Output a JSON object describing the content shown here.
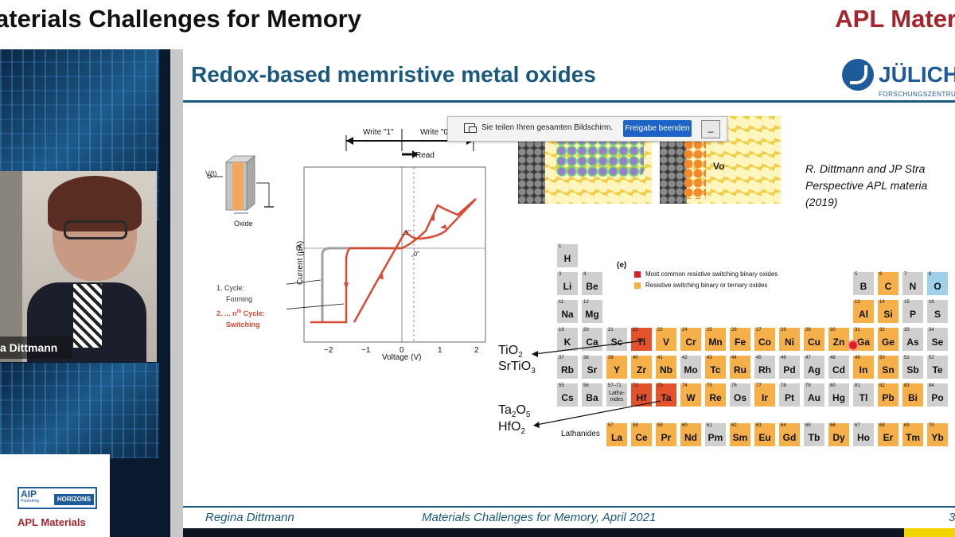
{
  "header": {
    "title": "aterials Challenges for Memory",
    "brand": "APL Mater"
  },
  "presenter": {
    "name": "a Dittmann"
  },
  "sidebar_logo": {
    "aip": "AIP",
    "publishing": "Publishing",
    "horizons": "HORIZONS",
    "journal": "APL Materials"
  },
  "screen_share": {
    "message": "Sie teilen Ihren gesamten Bildschirm.",
    "stop_label": "Freigabe beenden",
    "minimize_label": "_"
  },
  "slide": {
    "title": "Redox-based memristive metal oxides",
    "logo": {
      "name": "JÜLICH",
      "sub": "FORSCHUNGSZENTRU"
    },
    "graph": {
      "write1": "Write \"1\"",
      "write0": "Write \"0",
      "read": "Read",
      "ylabel": "Current (µA)",
      "xlabel": "Voltage (V)",
      "y_zero": "0",
      "xticks": [
        "−2",
        "−1",
        "0",
        "1",
        "2"
      ],
      "state1": "„1\"",
      "state0": "„0\"",
      "cycle1_a": "1. Cycle:",
      "cycle1_b": "Forming",
      "cyclen_a": "2. ... n",
      "cyclen_sup": "th",
      "cyclen_b": " Cycle:",
      "cyclen_c": "Switching",
      "vt": "V(t)",
      "oxide": "Oxide"
    },
    "vo_label": "Vo",
    "reference": {
      "line1": "R. Dittmann and JP Stra",
      "line2": "Perspective APL materia",
      "line3": "(2019)"
    },
    "table": {
      "panel": "(e)",
      "legend1": "Most common resistive switching binary oxides",
      "legend2": "Resistive switching binary or ternary oxides",
      "lanthanides_label": "Lathanides",
      "cells": [
        {
          "n": "1",
          "s": "H",
          "c": "gray",
          "col": 0,
          "row": 0
        },
        {
          "n": "3",
          "s": "Li",
          "c": "gray",
          "col": 0,
          "row": 1
        },
        {
          "n": "4",
          "s": "Be",
          "c": "gray",
          "col": 1,
          "row": 1
        },
        {
          "n": "5",
          "s": "B",
          "c": "gray",
          "col": 12,
          "row": 1
        },
        {
          "n": "6",
          "s": "C",
          "c": "orange",
          "col": 13,
          "row": 1
        },
        {
          "n": "7",
          "s": "N",
          "c": "gray",
          "col": 14,
          "row": 1
        },
        {
          "n": "8",
          "s": "O",
          "c": "blue",
          "col": 15,
          "row": 1
        },
        {
          "n": "11",
          "s": "Na",
          "c": "gray",
          "col": 0,
          "row": 2
        },
        {
          "n": "12",
          "s": "Mg",
          "c": "gray",
          "col": 1,
          "row": 2
        },
        {
          "n": "13",
          "s": "Al",
          "c": "orange",
          "col": 12,
          "row": 2
        },
        {
          "n": "14",
          "s": "Si",
          "c": "orange",
          "col": 13,
          "row": 2
        },
        {
          "n": "15",
          "s": "P",
          "c": "gray",
          "col": 14,
          "row": 2
        },
        {
          "n": "16",
          "s": "S",
          "c": "gray",
          "col": 15,
          "row": 2
        },
        {
          "n": "19",
          "s": "K",
          "c": "gray",
          "col": 0,
          "row": 3
        },
        {
          "n": "20",
          "s": "Ca",
          "c": "gray",
          "col": 1,
          "row": 3
        },
        {
          "n": "21",
          "s": "Sc",
          "c": "gray",
          "col": 2,
          "row": 3
        },
        {
          "n": "22",
          "s": "Ti",
          "c": "red",
          "col": 3,
          "row": 3
        },
        {
          "n": "23",
          "s": "V",
          "c": "orange",
          "col": 4,
          "row": 3
        },
        {
          "n": "24",
          "s": "Cr",
          "c": "orange",
          "col": 5,
          "row": 3
        },
        {
          "n": "25",
          "s": "Mn",
          "c": "orange",
          "col": 6,
          "row": 3
        },
        {
          "n": "26",
          "s": "Fe",
          "c": "orange",
          "col": 7,
          "row": 3
        },
        {
          "n": "27",
          "s": "Co",
          "c": "orange",
          "col": 8,
          "row": 3
        },
        {
          "n": "28",
          "s": "Ni",
          "c": "orange",
          "col": 9,
          "row": 3
        },
        {
          "n": "29",
          "s": "Cu",
          "c": "orange",
          "col": 10,
          "row": 3
        },
        {
          "n": "30",
          "s": "Zn",
          "c": "orange",
          "col": 11,
          "row": 3
        },
        {
          "n": "31",
          "s": "Ga",
          "c": "orange",
          "col": 12,
          "row": 3
        },
        {
          "n": "32",
          "s": "Ge",
          "c": "orange",
          "col": 13,
          "row": 3
        },
        {
          "n": "33",
          "s": "As",
          "c": "gray",
          "col": 14,
          "row": 3
        },
        {
          "n": "34",
          "s": "Se",
          "c": "gray",
          "col": 15,
          "row": 3
        },
        {
          "n": "37",
          "s": "Rb",
          "c": "gray",
          "col": 0,
          "row": 4
        },
        {
          "n": "38",
          "s": "Sr",
          "c": "gray",
          "col": 1,
          "row": 4
        },
        {
          "n": "39",
          "s": "Y",
          "c": "orange",
          "col": 2,
          "row": 4
        },
        {
          "n": "40",
          "s": "Zr",
          "c": "orange",
          "col": 3,
          "row": 4
        },
        {
          "n": "41",
          "s": "Nb",
          "c": "orange",
          "col": 4,
          "row": 4
        },
        {
          "n": "42",
          "s": "Mo",
          "c": "gray",
          "col": 5,
          "row": 4
        },
        {
          "n": "43",
          "s": "Tc",
          "c": "orange",
          "col": 6,
          "row": 4
        },
        {
          "n": "44",
          "s": "Ru",
          "c": "orange",
          "col": 7,
          "row": 4
        },
        {
          "n": "45",
          "s": "Rh",
          "c": "gray",
          "col": 8,
          "row": 4
        },
        {
          "n": "46",
          "s": "Pd",
          "c": "gray",
          "col": 9,
          "row": 4
        },
        {
          "n": "47",
          "s": "Ag",
          "c": "gray",
          "col": 10,
          "row": 4
        },
        {
          "n": "48",
          "s": "Cd",
          "c": "gray",
          "col": 11,
          "row": 4
        },
        {
          "n": "49",
          "s": "In",
          "c": "orange",
          "col": 12,
          "row": 4
        },
        {
          "n": "50",
          "s": "Sn",
          "c": "orange",
          "col": 13,
          "row": 4
        },
        {
          "n": "51",
          "s": "Sb",
          "c": "gray",
          "col": 14,
          "row": 4
        },
        {
          "n": "52",
          "s": "Te",
          "c": "gray",
          "col": 15,
          "row": 4
        },
        {
          "n": "55",
          "s": "Cs",
          "c": "gray",
          "col": 0,
          "row": 5
        },
        {
          "n": "56",
          "s": "Ba",
          "c": "gray",
          "col": 1,
          "row": 5
        },
        {
          "n": "57–71",
          "s": "Latha-nides",
          "c": "gray small",
          "col": 2,
          "row": 5
        },
        {
          "n": "72",
          "s": "Hf",
          "c": "red",
          "col": 3,
          "row": 5
        },
        {
          "n": "73",
          "s": "Ta",
          "c": "red",
          "col": 4,
          "row": 5
        },
        {
          "n": "74",
          "s": "W",
          "c": "orange",
          "col": 5,
          "row": 5
        },
        {
          "n": "75",
          "s": "Re",
          "c": "orange",
          "col": 6,
          "row": 5
        },
        {
          "n": "76",
          "s": "Os",
          "c": "gray",
          "col": 7,
          "row": 5
        },
        {
          "n": "77",
          "s": "Ir",
          "c": "orange",
          "col": 8,
          "row": 5
        },
        {
          "n": "78",
          "s": "Pt",
          "c": "gray",
          "col": 9,
          "row": 5
        },
        {
          "n": "79",
          "s": "Au",
          "c": "gray",
          "col": 10,
          "row": 5
        },
        {
          "n": "80",
          "s": "Hg",
          "c": "gray",
          "col": 11,
          "row": 5
        },
        {
          "n": "81",
          "s": "Tl",
          "c": "gray",
          "col": 12,
          "row": 5
        },
        {
          "n": "82",
          "s": "Pb",
          "c": "orange",
          "col": 13,
          "row": 5
        },
        {
          "n": "83",
          "s": "Bi",
          "c": "orange",
          "col": 14,
          "row": 5
        },
        {
          "n": "84",
          "s": "Po",
          "c": "gray",
          "col": 15,
          "row": 5
        },
        {
          "n": "57",
          "s": "La",
          "c": "orange",
          "col": 2,
          "row": 7
        },
        {
          "n": "58",
          "s": "Ce",
          "c": "orange",
          "col": 3,
          "row": 7
        },
        {
          "n": "59",
          "s": "Pr",
          "c": "orange",
          "col": 4,
          "row": 7
        },
        {
          "n": "60",
          "s": "Nd",
          "c": "orange",
          "col": 5,
          "row": 7
        },
        {
          "n": "61",
          "s": "Pm",
          "c": "gray",
          "col": 6,
          "row": 7
        },
        {
          "n": "62",
          "s": "Sm",
          "c": "orange",
          "col": 7,
          "row": 7
        },
        {
          "n": "63",
          "s": "Eu",
          "c": "orange",
          "col": 8,
          "row": 7
        },
        {
          "n": "64",
          "s": "Gd",
          "c": "orange",
          "col": 9,
          "row": 7
        },
        {
          "n": "65",
          "s": "Tb",
          "c": "gray",
          "col": 10,
          "row": 7
        },
        {
          "n": "66",
          "s": "Dy",
          "c": "orange",
          "col": 11,
          "row": 7
        },
        {
          "n": "67",
          "s": "Ho",
          "c": "gray",
          "col": 12,
          "row": 7
        },
        {
          "n": "68",
          "s": "Er",
          "c": "orange",
          "col": 13,
          "row": 7
        },
        {
          "n": "69",
          "s": "Tm",
          "c": "orange",
          "col": 14,
          "row": 7
        },
        {
          "n": "70",
          "s": "Yb",
          "c": "orange",
          "col": 15,
          "row": 7
        }
      ]
    },
    "annotations": {
      "tio2": "TiO",
      "tio2_sub": "2",
      "srtio3": "SrTiO",
      "srtio3_sub": "3",
      "ta2o5_a": "Ta",
      "ta2o5_sub1": "2",
      "ta2o5_b": "O",
      "ta2o5_sub2": "5",
      "hfo2": "HfO",
      "hfo2_sub": "2"
    },
    "footer": {
      "author": "Regina Dittmann",
      "event": "Materials Challenges for Memory, April 2021",
      "page": "3"
    }
  },
  "colors": {
    "slide_accent": "#19587f",
    "apl_red": "#a3262c",
    "share_blue": "#1d63c8",
    "plot_red": "#d84a35",
    "plot_gray": "#9a9a9a"
  }
}
